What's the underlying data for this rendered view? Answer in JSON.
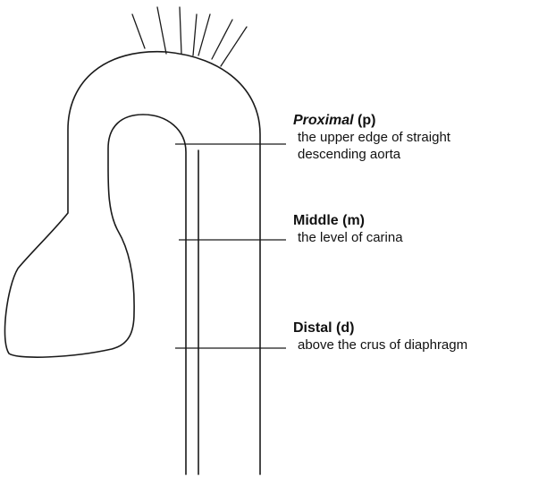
{
  "levels": {
    "proximal": {
      "term": "Proximal",
      "abbrev": "(p)",
      "description_line1": "the upper edge of straight",
      "description_line2": "descending aorta"
    },
    "middle": {
      "term": "Middle",
      "abbrev": "(m)",
      "description_line1": "the level of carina"
    },
    "distal": {
      "term": "Distal",
      "abbrev": "(d)",
      "description_line1": "above the crus of diaphragm"
    }
  },
  "colors": {
    "line": "#1a1a1a",
    "text": "#111111",
    "background": "#ffffff"
  }
}
